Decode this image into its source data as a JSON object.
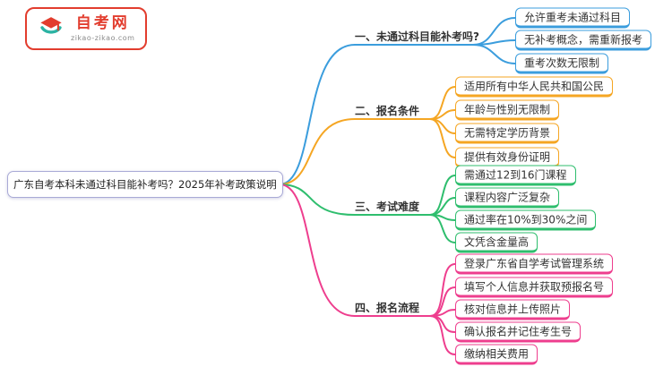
{
  "logo": {
    "name": "自考网",
    "domain": "zikao-zikao.com"
  },
  "colors": {
    "brand": "#e23d2e",
    "brand_teal": "#2bb3a3"
  },
  "root": {
    "title": "广东自考本科未通过科目能补考吗？2025年补考政策说明"
  },
  "branches": [
    {
      "label": "一、未通过科目能补考吗?",
      "color": "#3b9ddd",
      "children": [
        "允许重考未通过科目",
        "无补考概念，需重新报考",
        "重考次数无限制"
      ]
    },
    {
      "label": "二、报名条件",
      "color": "#f5a623",
      "children": [
        "适用所有中华人民共和国公民",
        "年龄与性别无限制",
        "无需特定学历背景",
        "提供有效身份证明"
      ]
    },
    {
      "label": "三、考试难度",
      "color": "#2fbe6e",
      "children": [
        "需通过12到16门课程",
        "课程内容广泛复杂",
        "通过率在10%到30%之间",
        "文凭含金量高"
      ]
    },
    {
      "label": "四、报名流程",
      "color": "#ee3e8e",
      "children": [
        "登录广东省自学考试管理系统",
        "填写个人信息并获取预报名号",
        "核对信息并上传照片",
        "确认报名并记住考生号",
        "缴纳相关费用"
      ]
    }
  ]
}
